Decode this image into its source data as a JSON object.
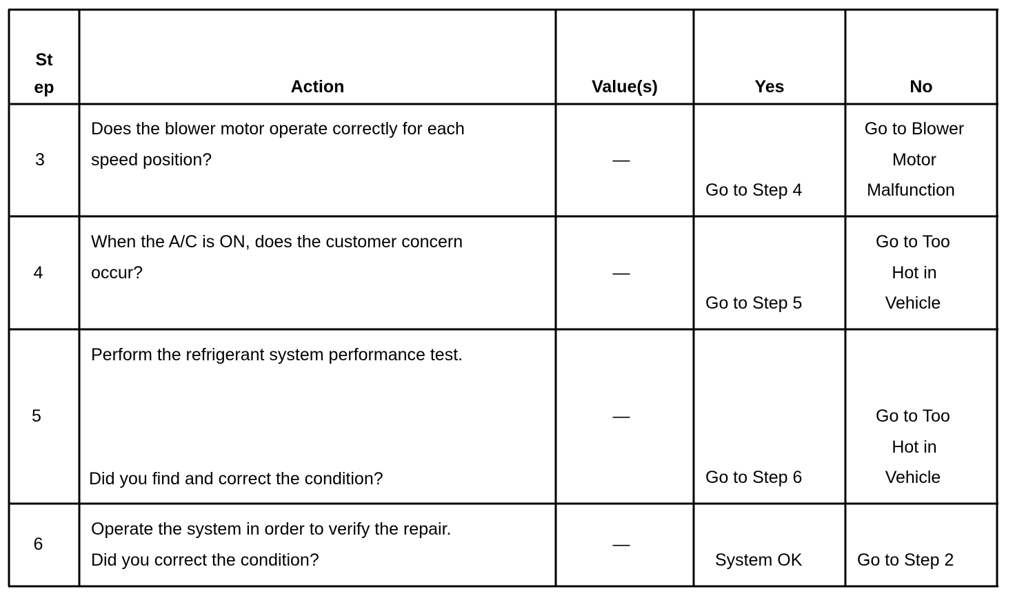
{
  "table": {
    "headers": {
      "step_line1": "St",
      "step_line2": "ep",
      "action": "Action",
      "values": "Value(s)",
      "yes": "Yes",
      "no": "No"
    },
    "rows": [
      {
        "step": "3",
        "action_lines": [
          "Does the blower motor operate correctly for each",
          "speed position?"
        ],
        "value": "—",
        "yes": "Go to Step 4",
        "no_lines": [
          "Go to Blower",
          "Motor",
          "Malfunction"
        ]
      },
      {
        "step": "4",
        "action_lines": [
          "When the A/C is ON, does the customer concern",
          "occur?"
        ],
        "value": "—",
        "yes": "Go to Step 5",
        "no_lines": [
          "Go to Too",
          "Hot in",
          "Vehicle"
        ]
      },
      {
        "step": "5",
        "action_lines": [
          "Perform the refrigerant system performance test.",
          "Did you find and correct the condition?"
        ],
        "value": "—",
        "yes": "Go to Step 6",
        "no_lines": [
          "Go to Too",
          "Hot in",
          "Vehicle"
        ]
      },
      {
        "step": "6",
        "action_lines": [
          "Operate the system in order to verify the repair.",
          "Did you correct the condition?"
        ],
        "value": "—",
        "yes": "System OK",
        "no_lines": [
          "Go to Step 2"
        ]
      }
    ]
  }
}
